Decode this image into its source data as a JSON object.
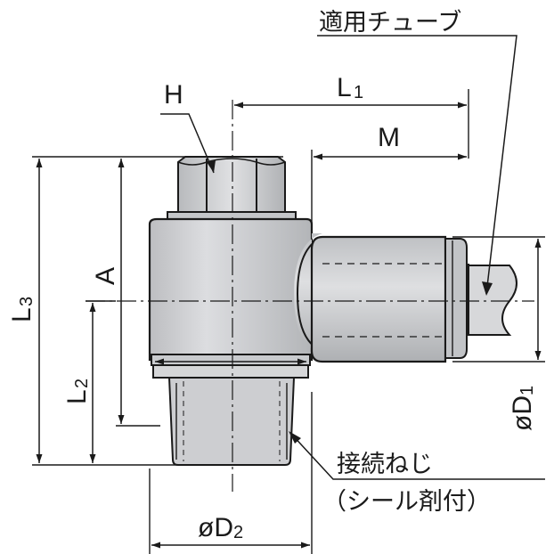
{
  "diagram": {
    "labels": {
      "H": "H",
      "L1_main": "L",
      "L1_sub": "1",
      "M": "M",
      "A": "A",
      "L3_main": "L",
      "L3_sub": "3",
      "L2_main": "L",
      "L2_sub": "2",
      "D1_main": "øD",
      "D1_sub": "1",
      "D2_main": "øD",
      "D2_sub": "2",
      "tube": "適用チューブ",
      "thread_1": "接続ねじ",
      "thread_2": "（シール剤付）"
    },
    "colors": {
      "body_fill": "#cfd0d2",
      "body_dark": "#a9abae",
      "outline": "#1a1a1a",
      "tube_fill": "#d9dadc"
    }
  }
}
